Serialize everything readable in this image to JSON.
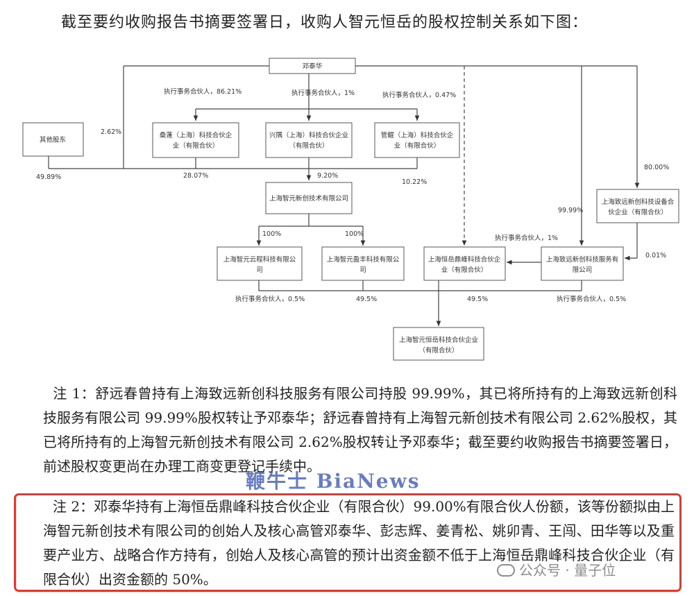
{
  "intro": "截至要约收购报告书摘要签署日，收购人智元恒岳的股权控制关系如下图：",
  "diagram": {
    "nodes": {
      "deng": "邓泰华",
      "others": "其他股东",
      "sangpeng": [
        "桑蓬（上海）科技合伙企",
        "业（有限合伙）"
      ],
      "xingmou": [
        "兴隅（上海）科技合伙企业",
        "（有限合伙）"
      ],
      "guangong": [
        "管鲲（上海）科技合伙企",
        "业（有限合伙）"
      ],
      "zhiyuan": "上海智元新创技术有限公司",
      "zhiyuan_sheshi": [
        "上海致远新创科技设备合",
        "伙企业（有限合伙）"
      ],
      "yuncheng": [
        "上海智元云程科技有限公",
        "司"
      ],
      "yingfeng": [
        "上海智元盈丰科技有限公",
        "司"
      ],
      "dingfeng": [
        "上海恒岳鼎峰科技合伙企",
        "业（有限合伙）"
      ],
      "zhiyuan_fuwu": [
        "上海致远新创科技服务有",
        "限公司"
      ],
      "hengyue": [
        "上海智元恒岳科技合伙企业",
        "（有限合伙）"
      ]
    },
    "labels": {
      "gp_8621": "执行事务合伙人，86.21%",
      "gp_1": "执行事务合伙人，1%",
      "gp_047": "执行事务合伙人，0.47%",
      "p_262": "2.62%",
      "p_4989": "49.89%",
      "p_2807": "28.07%",
      "p_920": "9.20%",
      "p_1022": "10.22%",
      "p_8000": "80.00%",
      "p_9999": "99.99%",
      "p_100_a": "100%",
      "p_100_b": "100%",
      "gp_1_b": "执行事务合伙人，1%",
      "p_001": "0.01%",
      "gp_05_a": "执行事务合伙人，0.5%",
      "p_495_a": "49.5%",
      "p_495_b": "49.5%",
      "gp_05_b": "执行事务合伙人，0.5%"
    }
  },
  "note1": "注 1：舒远春曾持有上海致远新创科技服务有限公司持股 99.99%，其已将所持有的上海致远新创科技服务有限公司 99.99%股权转让予邓泰华；舒远春曾持有上海智元新创技术有限公司 2.62%股权，其已将所持有的上海智元新创技术有限公司 2.62%股权转让予邓泰华；截至要约收购报告书摘要签署日，前述股权变更尚在办理工商变更登记手续中。",
  "note2": "注 2：邓泰华持有上海恒岳鼎峰科技合伙企业（有限合伙）99.00%有限合伙人份额，该等份额拟由上海智元新创技术有限公司的创始人及核心高管邓泰华、彭志辉、姜青松、姚卯青、王闯、田华等以及重要产业方、战略合作方持有，创始人及核心高管的预计出资金额不低于上海恒岳鼎峰科技合伙企业（有限合伙）出资金额的 50%。",
  "watermarks": {
    "biannews": "鞭牛士 BiaNews",
    "qbit": "公众号 · 量子位"
  }
}
